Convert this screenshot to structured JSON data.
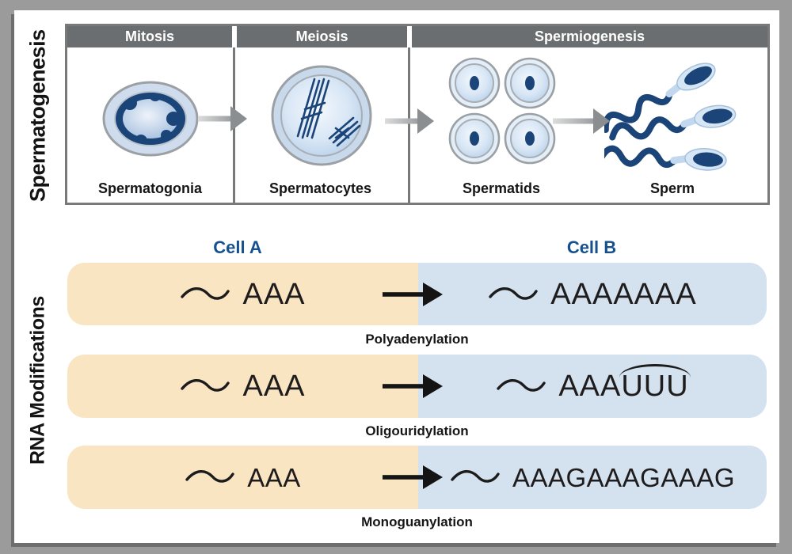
{
  "sections": {
    "spermatogenesis": {
      "title": "Spermatogenesis",
      "phase_headers": [
        "Mitosis",
        "Meiosis",
        "Spermiogenesis"
      ],
      "cell_labels": [
        "Spermatogonia",
        "Spermatocytes",
        "Spermatids",
        "Sperm"
      ]
    },
    "rna_modifications": {
      "title": "RNA Modifications",
      "column_headers": [
        "Cell A",
        "Cell B"
      ],
      "rows": [
        {
          "cell_a_sequence": "AAA",
          "cell_b_sequence": "AAAAAAA",
          "cell_b_arc_sequence": "",
          "modification": "Polyadenylation"
        },
        {
          "cell_a_sequence": "AAA",
          "cell_b_sequence": "AAA",
          "cell_b_arc_sequence": "UUU",
          "modification": "Oligouridylation"
        },
        {
          "cell_a_sequence": "AAA",
          "cell_b_sequence": "AAAGAAAGAAAG",
          "cell_b_arc_sequence": "",
          "modification": "Monoguanylation"
        }
      ]
    }
  },
  "colors": {
    "frame_gray": "#9B9B9B",
    "panel_header_gray": "#6B6E70",
    "panel_border_gray": "#77797B",
    "navy": "#1B4478",
    "cell_a_bg": "#FAE5C3",
    "cell_b_bg": "#D4E1EF",
    "column_header_text": "#17508F"
  }
}
